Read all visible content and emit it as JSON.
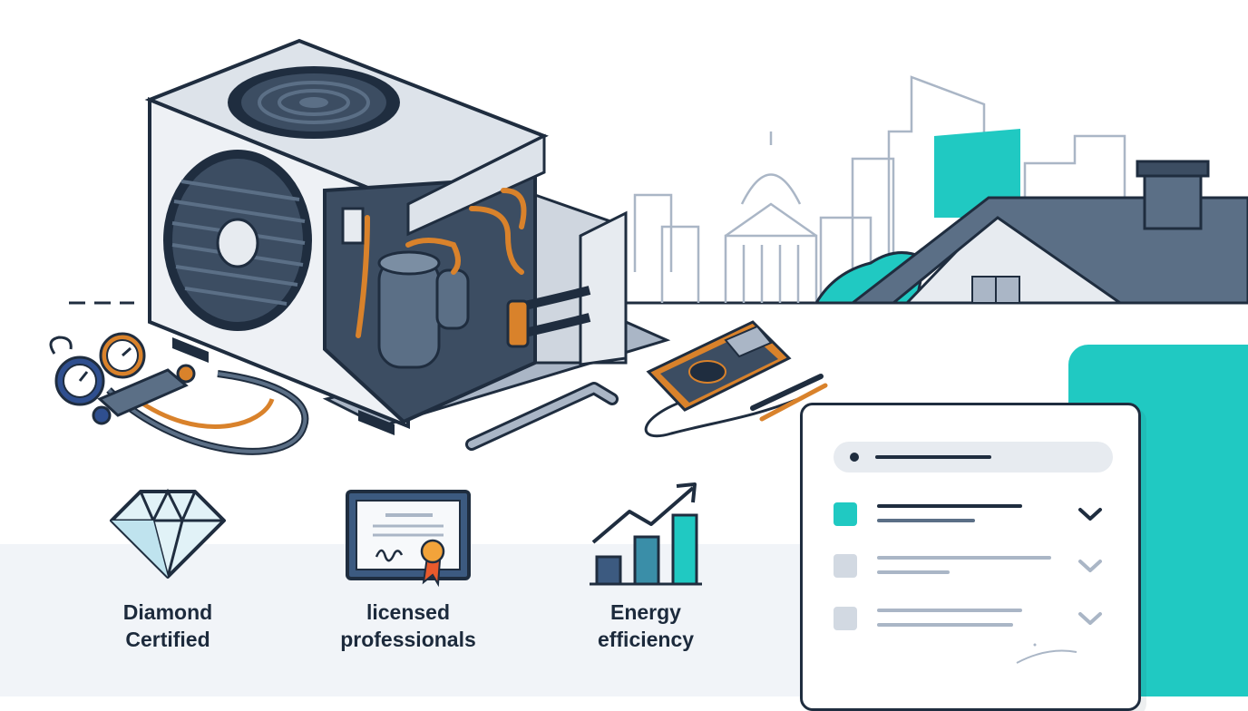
{
  "colors": {
    "navy": "#1f2d3f",
    "teal": "#20c9c2",
    "steel": "#5b6f86",
    "copper": "#d9822b",
    "light_gray": "#e7ebf0"
  },
  "illustration": {
    "subjects": [
      "ac-condenser-unit",
      "manifold-gauge-set",
      "multimeter",
      "allen-key",
      "city-skyline",
      "house-roof"
    ]
  },
  "features": [
    {
      "id": "diamond",
      "icon": "diamond-icon",
      "line1": "Diamond",
      "line2": "Certified"
    },
    {
      "id": "licensed",
      "icon": "certificate-icon",
      "line1": "licensed",
      "line2": "professionals"
    },
    {
      "id": "energy",
      "icon": "growth-chart-icon",
      "line1": "Energy",
      "line2": "efficiency"
    }
  ],
  "checklist": {
    "items": [
      {
        "state": "checked",
        "icon": "check-icon"
      },
      {
        "state": "unchecked",
        "icon": "check-icon"
      },
      {
        "state": "unchecked",
        "icon": "check-icon"
      }
    ]
  }
}
